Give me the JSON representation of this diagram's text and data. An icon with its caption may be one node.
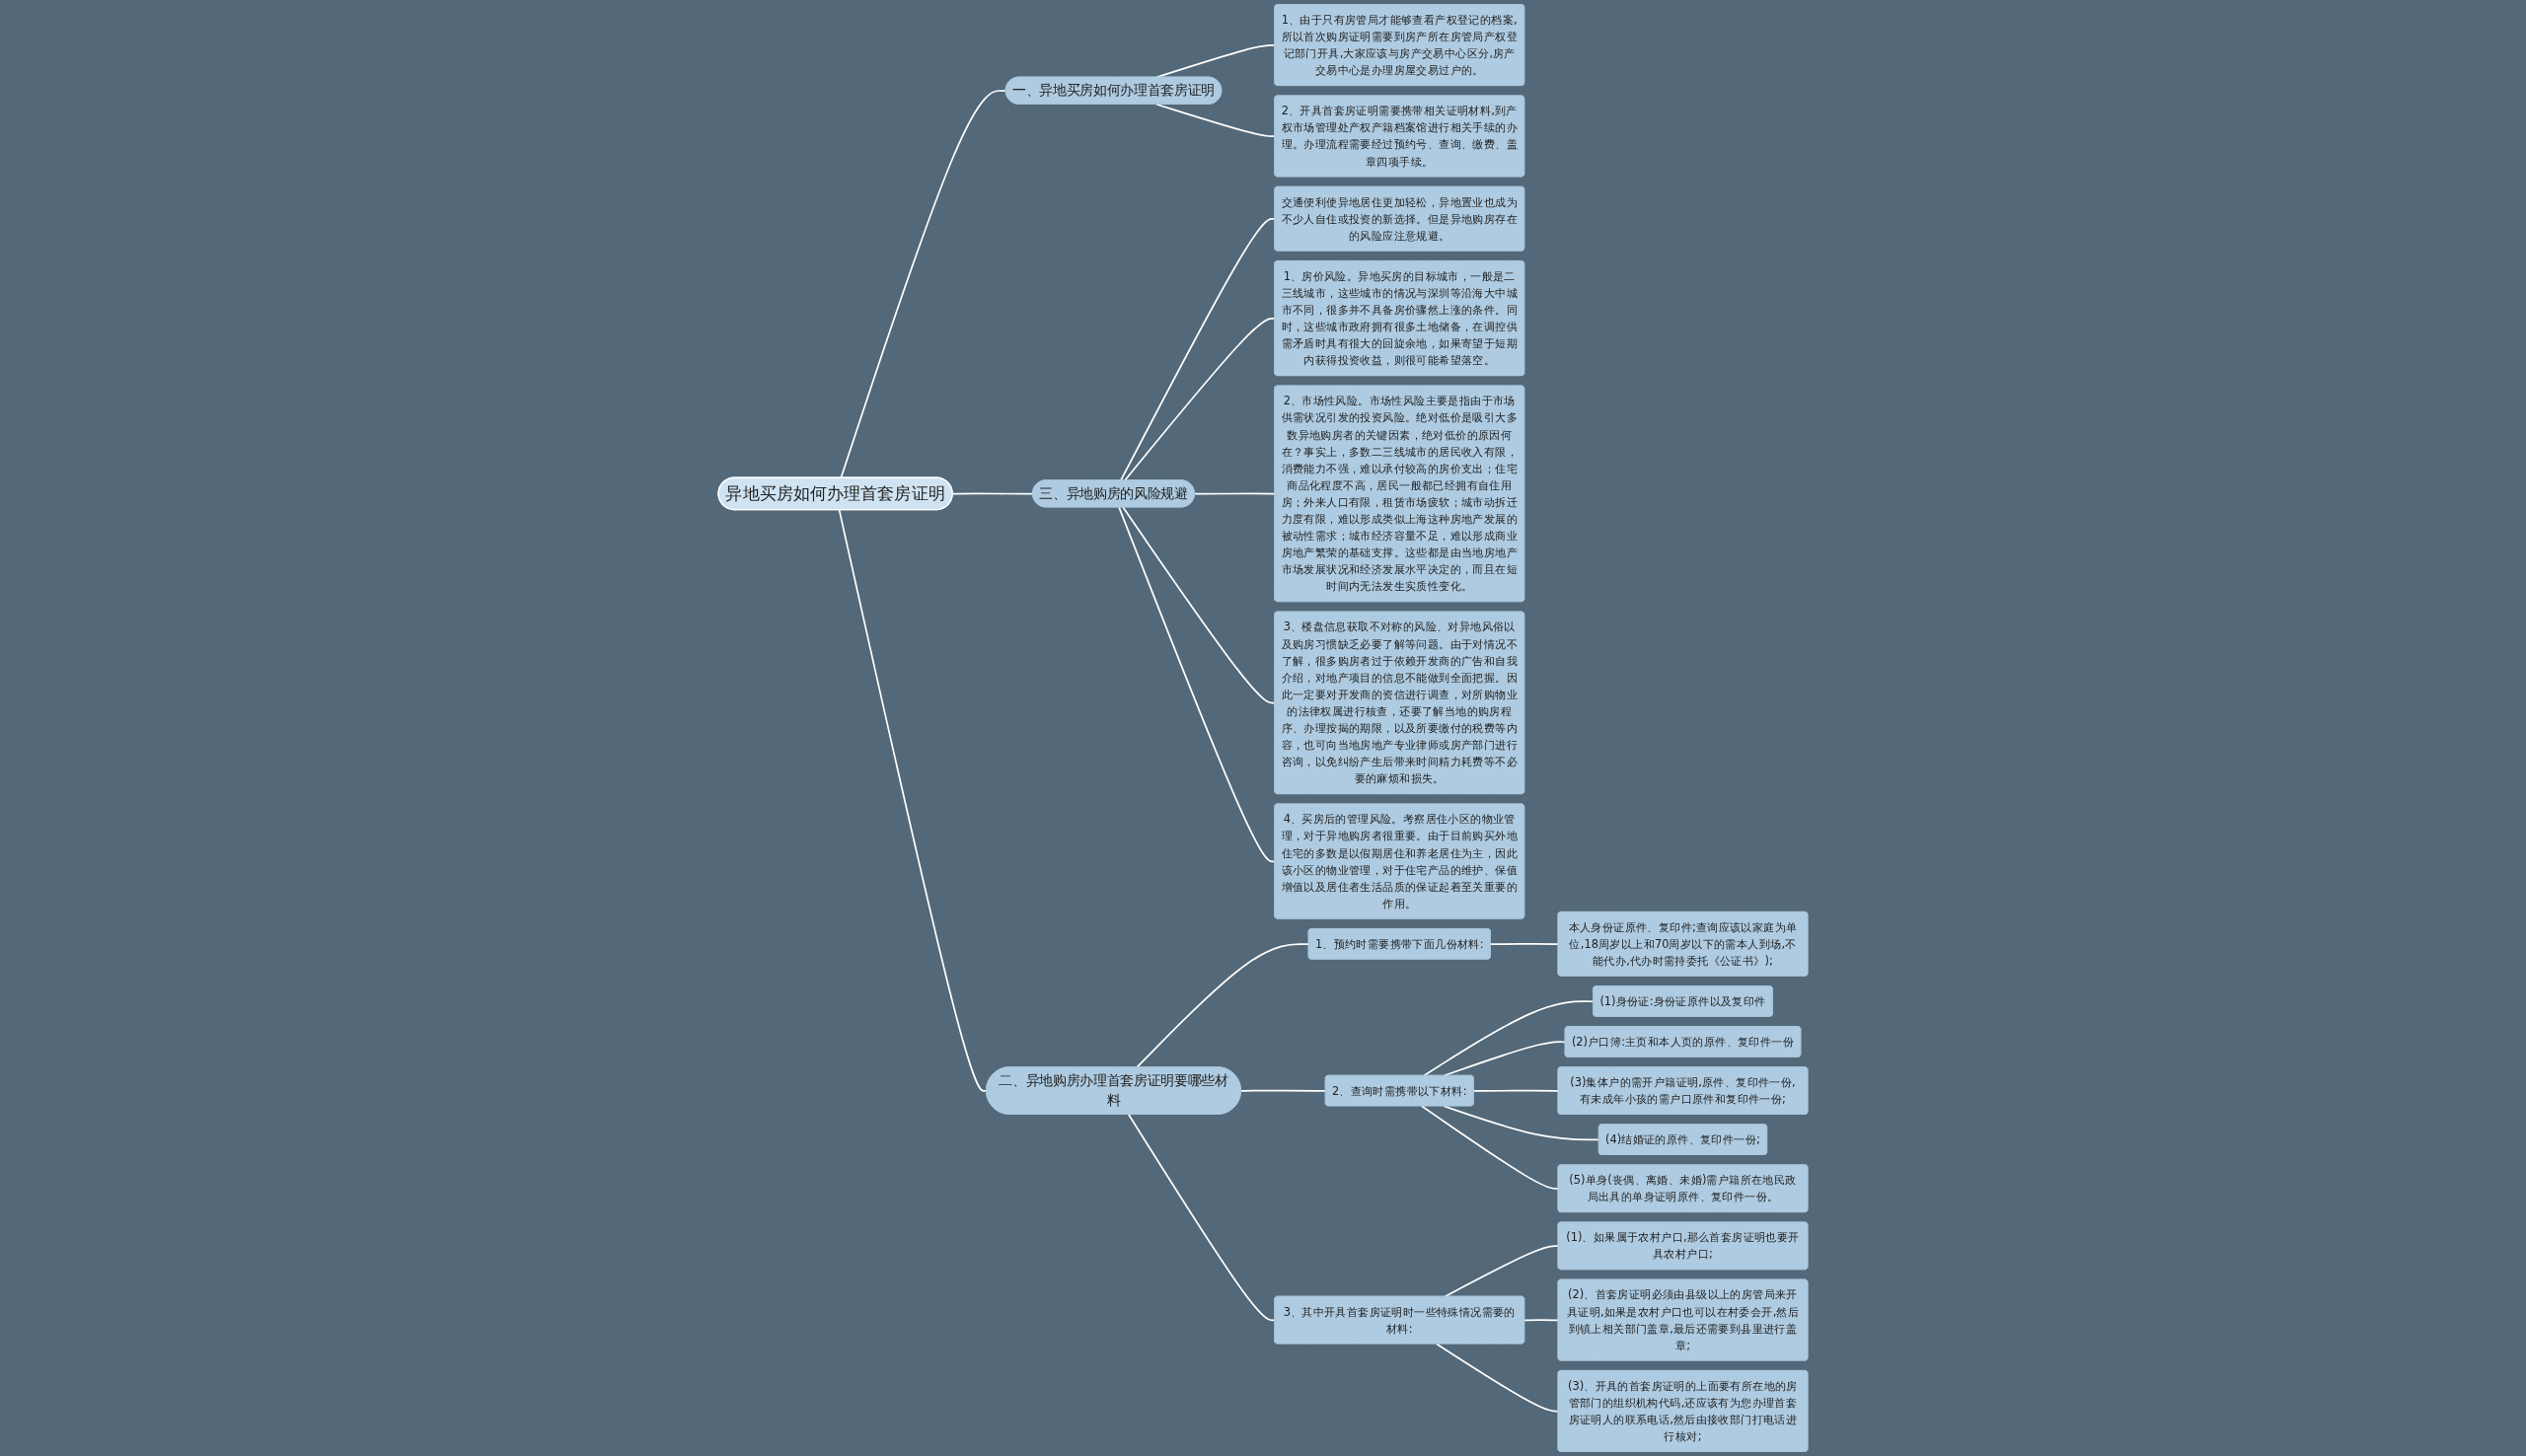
{
  "diagram": {
    "nodes": [
      {
        "text": [
          "异地买房如何办理首套房证明"
        ]
      },
      {
        "text": [
          "一、异地买房如何办理首套房证明"
        ]
      },
      {
        "text": [
          "1、由于只有房管局才能够查看产权登记的档案,所以首次购房证明需要到房产所在房管局产权登记部门开具,大家应该与房产交易中心区分,房产交易中心是办理房屋交易过户的。"
        ]
      },
      {
        "text": [
          "2、开具首套房证明需要携带相关证明材料,到产权市场管理处产权产籍档案馆进行相关手续的办理。办理流程需要经过预约号、查询、缴费、盖章四项手续。"
        ]
      },
      {
        "text": [
          "三、异地购房的风险规避"
        ]
      },
      {
        "text": [
          "交通便利使异地居住更加轻松，异地置业也成为不少人自住或投资的新选择。但是异地购房存在的风险应注意规避。"
        ]
      },
      {
        "text": [
          "1、房价风险。异地买房的目标城市，一般是二三线城市，这些城市的情况与深圳等沿海大中城市不同，很多并不具备房价骤然上涨的条件。同时，这些城市政府拥有很多土地储备，在调控供需矛盾时具有很大的回旋余地，如果寄望于短期内获得投资收益，则很可能希望落空。"
        ]
      },
      {
        "text": [
          "2、市场性风险。市场性风险主要是指由于市场供需状况引发的投资风险。绝对低价是吸引大多数异地购房者的关键因素，绝对低价的原因何在？事实上，多数二三线城市的居民收入有限，消费能力不强，难以承付较高的房价支出；住宅商品化程度不高，居民一般都已经拥有自住用房；外来人口有限，租赁市场疲软；城市动拆迁力度有限，难以形成类似上海这种房地产发展的被动性需求；城市经济容量不足，难以形成商业房地产繁荣的基础支撑。这些都是由当地房地产市场发展状况和经济发展水平决定的，而且在短时间内无法发生实质性变化。"
        ]
      },
      {
        "text": [
          "3、楼盘信息获取不对称的风险、对异地风俗以及购房习惯缺乏必要了解等问题。由于对情况不了解，很多购房者过于依赖开发商的广告和自我介绍，对地产项目的信息不能做到全面把握。因此一定要对开发商的资信进行调查，对所购物业的法律权属进行核查，还要了解当地的购房程序、办理按揭的期限，以及所要缴付的税费等内容，也可向当地房地产专业律师或房产部门进行咨询，以免纠纷产生后带来时间精力耗费等不必要的麻烦和损失。"
        ]
      },
      {
        "text": [
          "4、买房后的管理风险。考察居住小区的物业管理，对于异地购房者很重要。由于目前购买外地住宅的多数是以假期居住和养老居住为主，因此该小区的物业管理，对于住宅产品的维护、保值增值以及居住者生活品质的保证起着至关重要的作用。"
        ]
      },
      {
        "text": [
          "二、异地购房办理首套房证明要哪些材料"
        ]
      },
      {
        "text": [
          "1、预约时需要携带下面几份材料:"
        ]
      },
      {
        "text": [
          "本人身份证原件、复印件;查询应该以家庭为单位,18周岁以上和70周岁以下的需本人到场,不能代办,代办时需持委托《公证书》);"
        ]
      },
      {
        "text": [
          "2、查询时需携带以下材料:"
        ]
      },
      {
        "text": [
          "(1)身份证:身份证原件以及复印件"
        ]
      },
      {
        "text": [
          "(2)户口簿:主页和本人页的原件、复印件一份"
        ]
      },
      {
        "text": [
          "(3)集体户的需开户籍证明,原件、复印件一份,有未成年小孩的需户口原件和复印件一份;"
        ]
      },
      {
        "text": [
          "(4)结婚证的原件、复印件一份;"
        ]
      },
      {
        "text": [
          "(5)单身(丧偶、离婚、未婚)需户籍所在地民政局出具的单身证明原件、复印件一份。"
        ]
      },
      {
        "text": [
          "3、其中开具首套房证明时一些特殊情况需要的材料:"
        ]
      },
      {
        "text": [
          "(1)、如果属于农村户口,那么首套房证明也要开具农村户口;"
        ]
      },
      {
        "text": [
          "(2)、首套房证明必须由县级以上的房管局来开具证明,如果是农村户口也可以在村委会开,然后到镇上相关部门盖章,最后还需要到县里进行盖章;"
        ]
      },
      {
        "text": [
          "(3)、开具的首套房证明的上面要有所在地的房管部门的组织机构代码,还应该有为您办理首套房证明人的联系电话,然后由接收部门打电话进行核对;"
        ]
      }
    ],
    "edges": [
      {
        "from": 0,
        "to": 1,
        "arrow": "none"
      },
      {
        "from": 1,
        "to": 2,
        "arrow": "none"
      },
      {
        "from": 1,
        "to": 3,
        "arrow": "none"
      },
      {
        "from": 0,
        "to": 4,
        "arrow": "none"
      },
      {
        "from": 4,
        "to": 5,
        "arrow": "none"
      },
      {
        "from": 4,
        "to": 6,
        "arrow": "none"
      },
      {
        "from": 4,
        "to": 7,
        "arrow": "none"
      },
      {
        "from": 4,
        "to": 8,
        "arrow": "none"
      },
      {
        "from": 4,
        "to": 9,
        "arrow": "none"
      },
      {
        "from": 0,
        "to": 10,
        "arrow": "none"
      },
      {
        "from": 10,
        "to": 11,
        "arrow": "none"
      },
      {
        "from": 11,
        "to": 12,
        "arrow": "none"
      },
      {
        "from": 10,
        "to": 13,
        "arrow": "none"
      },
      {
        "from": 13,
        "to": 14,
        "arrow": "none"
      },
      {
        "from": 13,
        "to": 15,
        "arrow": "none"
      },
      {
        "from": 13,
        "to": 16,
        "arrow": "none"
      },
      {
        "from": 13,
        "to": 17,
        "arrow": "none"
      },
      {
        "from": 13,
        "to": 18,
        "arrow": "none"
      },
      {
        "from": 10,
        "to": 19,
        "arrow": "none"
      },
      {
        "from": 19,
        "to": 20,
        "arrow": "none"
      },
      {
        "from": 19,
        "to": 21,
        "arrow": "none"
      },
      {
        "from": 19,
        "to": 22,
        "arrow": "none"
      }
    ]
  }
}
